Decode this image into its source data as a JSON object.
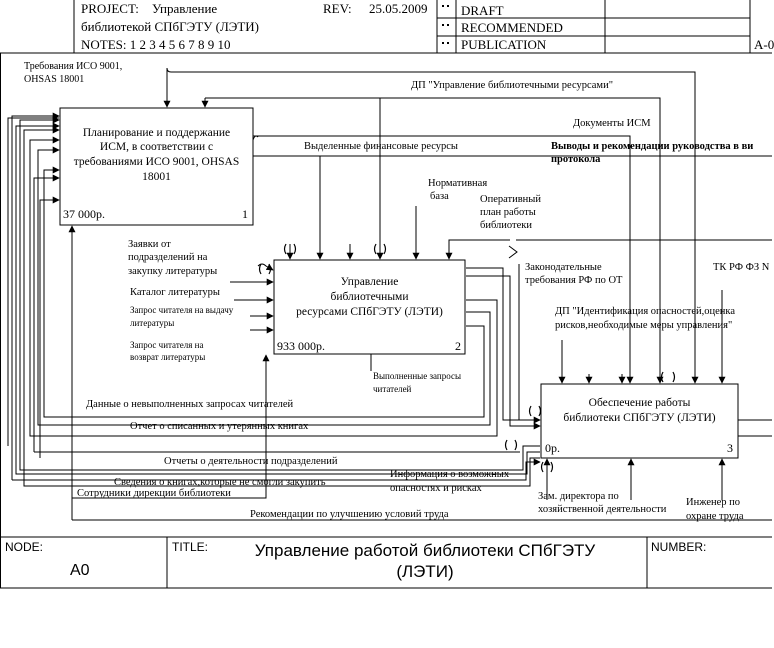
{
  "header": {
    "project_label": "PROJECT:",
    "project_line1": "Управление",
    "project_line2": "библиотекой СПбГЭТУ (ЛЭТИ)",
    "rev_label": "REV:",
    "rev_date": "25.05.2009",
    "notes": "NOTES:  1  2  3  4  5  6  7  8  9  10",
    "status_draft": "DRAFT",
    "status_recommended": "RECOMMENDED",
    "status_publication": "PUBLICATION",
    "context_label": "A-0"
  },
  "footer": {
    "node_label": "NODE:",
    "node_value": "A0",
    "title_label": "TITLE:",
    "title_line1": "Управление работой  библиотеки СПбГЭТУ",
    "title_line2": "(ЛЭТИ)",
    "number_label": "NUMBER:"
  },
  "boxes": [
    {
      "line1": "Планирование и  поддержание",
      "line2": "ИСМ, в соответствии с",
      "line3": "требованиями ИСО 9001, OHSAS",
      "line4": "18001",
      "cost": "37 000р.",
      "num": "1"
    },
    {
      "line1": "Управление",
      "line2": "библиотечными",
      "line3": "ресурсами СПбГЭТУ (ЛЭТИ)",
      "cost": "933 000р.",
      "num": "2"
    },
    {
      "line1": "Обеспечение работы",
      "line2": "библиотеки СПбГЭТУ (ЛЭТИ)",
      "cost": "0р.",
      "num": "3"
    }
  ],
  "arrows": {
    "iso_req_1": "Требования ИСО 9001,",
    "iso_req_2": "OHSAS 18001",
    "dp_resources": "ДП \"Управление библиотечными ресурсами\"",
    "ism_docs": "Документы ИСМ",
    "mgmt_conclusions_1": "Выводы и рекомендации руководства в ви",
    "mgmt_conclusions_2": "протокола",
    "finance": "Выделенные финансовые ресурсы",
    "norm_base_1": "Нормативная",
    "norm_base_2": "база",
    "op_plan_1": "Оперативный",
    "op_plan_2": "план работы",
    "op_plan_3": "библиотеки",
    "requests_1": "Заявки от",
    "requests_2": "подразделений на",
    "requests_3": "закупку литературы",
    "catalog": "Каталог литературы",
    "issue_req_1": "Запрос читателя на выдачу",
    "issue_req_2": "литературы",
    "return_req_1": "Запрос читателя на",
    "return_req_2": "возврат литературы",
    "legislation_1": "Законодательные",
    "legislation_2": "требования РФ по ОТ",
    "tk_rf": "ТК РФ ФЗ N",
    "dp_hazards_1": "ДП \"Идентификация опасностей,оценка",
    "dp_hazards_2": "рисков,необходимые меры управления\"",
    "done_requests_1": "Выполненные запросы",
    "done_requests_2": "читателей",
    "unfulfilled": "Данные о невыполненных запросах читателей",
    "written_off": "Отчет о списанных и утерянных книгах",
    "dept_reports": "Отчеты о деятельности подразделений",
    "hazards_info_1": "Информация о возможных",
    "hazards_info_2": "опасностях и рисках",
    "unbought_books": "Сведения о книгах,которые не смогли закупить",
    "staff": "Сотрудники дирекции библиотеки",
    "deputy_director_1": "Зам. директора по",
    "deputy_director_2": "хозяйственной деятельности",
    "safety_engineer_1": "Инженер по",
    "safety_engineer_2": "охране труда",
    "improvement": "Рекомендации  по улучшению условий труда"
  }
}
